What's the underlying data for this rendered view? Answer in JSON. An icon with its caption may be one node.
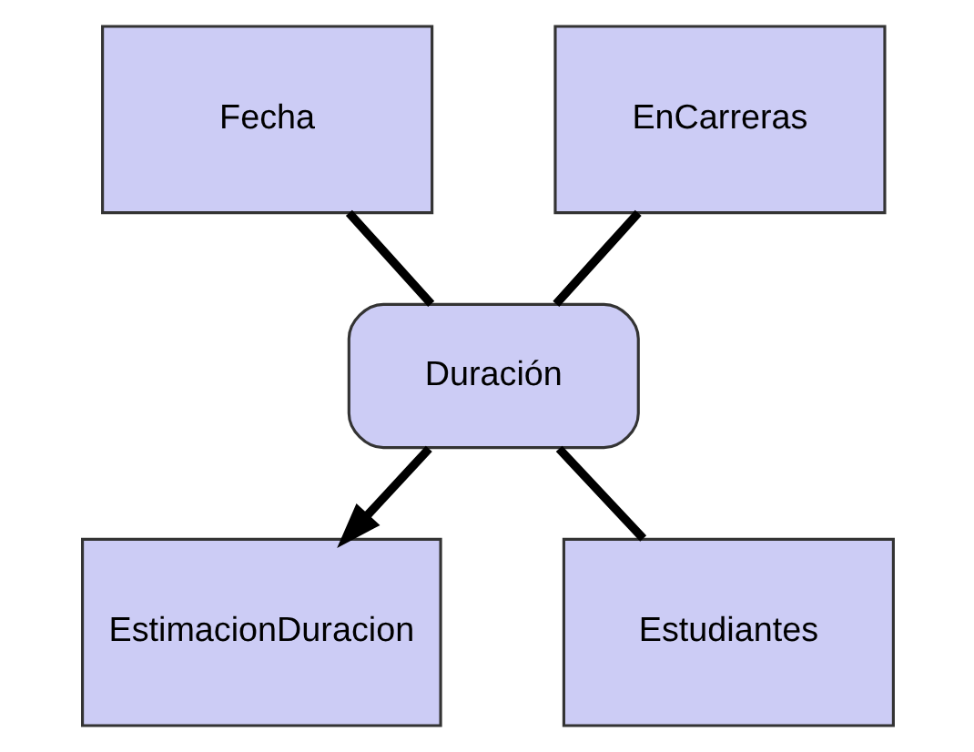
{
  "diagram": {
    "nodes": [
      {
        "text": [
          "Fecha"
        ]
      },
      {
        "text": [
          "EnCarreras"
        ]
      },
      {
        "text": [
          "Duración"
        ]
      },
      {
        "text": [
          "EstimacionDuracion"
        ]
      },
      {
        "text": [
          "Estudiantes"
        ]
      }
    ],
    "edges": [
      {
        "from": 0,
        "to": 2,
        "arrow": "none"
      },
      {
        "from": 1,
        "to": 2,
        "arrow": "none"
      },
      {
        "from": 2,
        "to": 3,
        "arrow": "to"
      },
      {
        "from": 2,
        "to": 4,
        "arrow": "none"
      }
    ]
  }
}
